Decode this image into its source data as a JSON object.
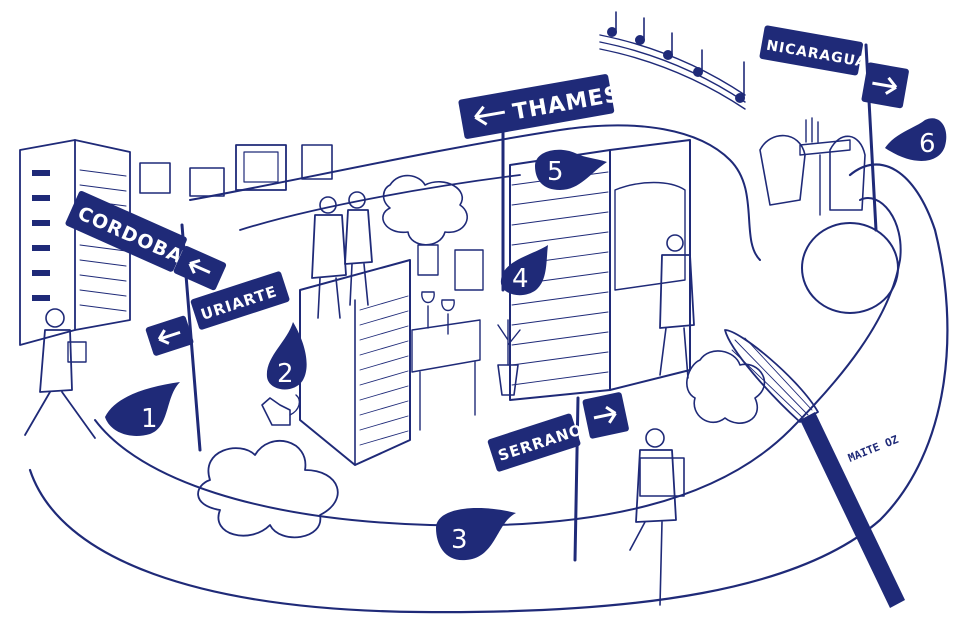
{
  "signs": {
    "cordoba": "CORDOBA",
    "uriarte": "URIARTE",
    "thames": "THAMES",
    "nicaragua": "NICARAGUA",
    "serrano": "SERRANO"
  },
  "markers": [
    "1",
    "2",
    "3",
    "4",
    "5",
    "6"
  ],
  "signature": "MAITE OZ",
  "colors": {
    "ink": "#1f2a78",
    "paper": "#ffffff"
  },
  "icons": {
    "arrow": "arrow-icon",
    "music": "music-notes-icon",
    "brush": "paintbrush-icon",
    "paint": "paint-splash-icon"
  }
}
